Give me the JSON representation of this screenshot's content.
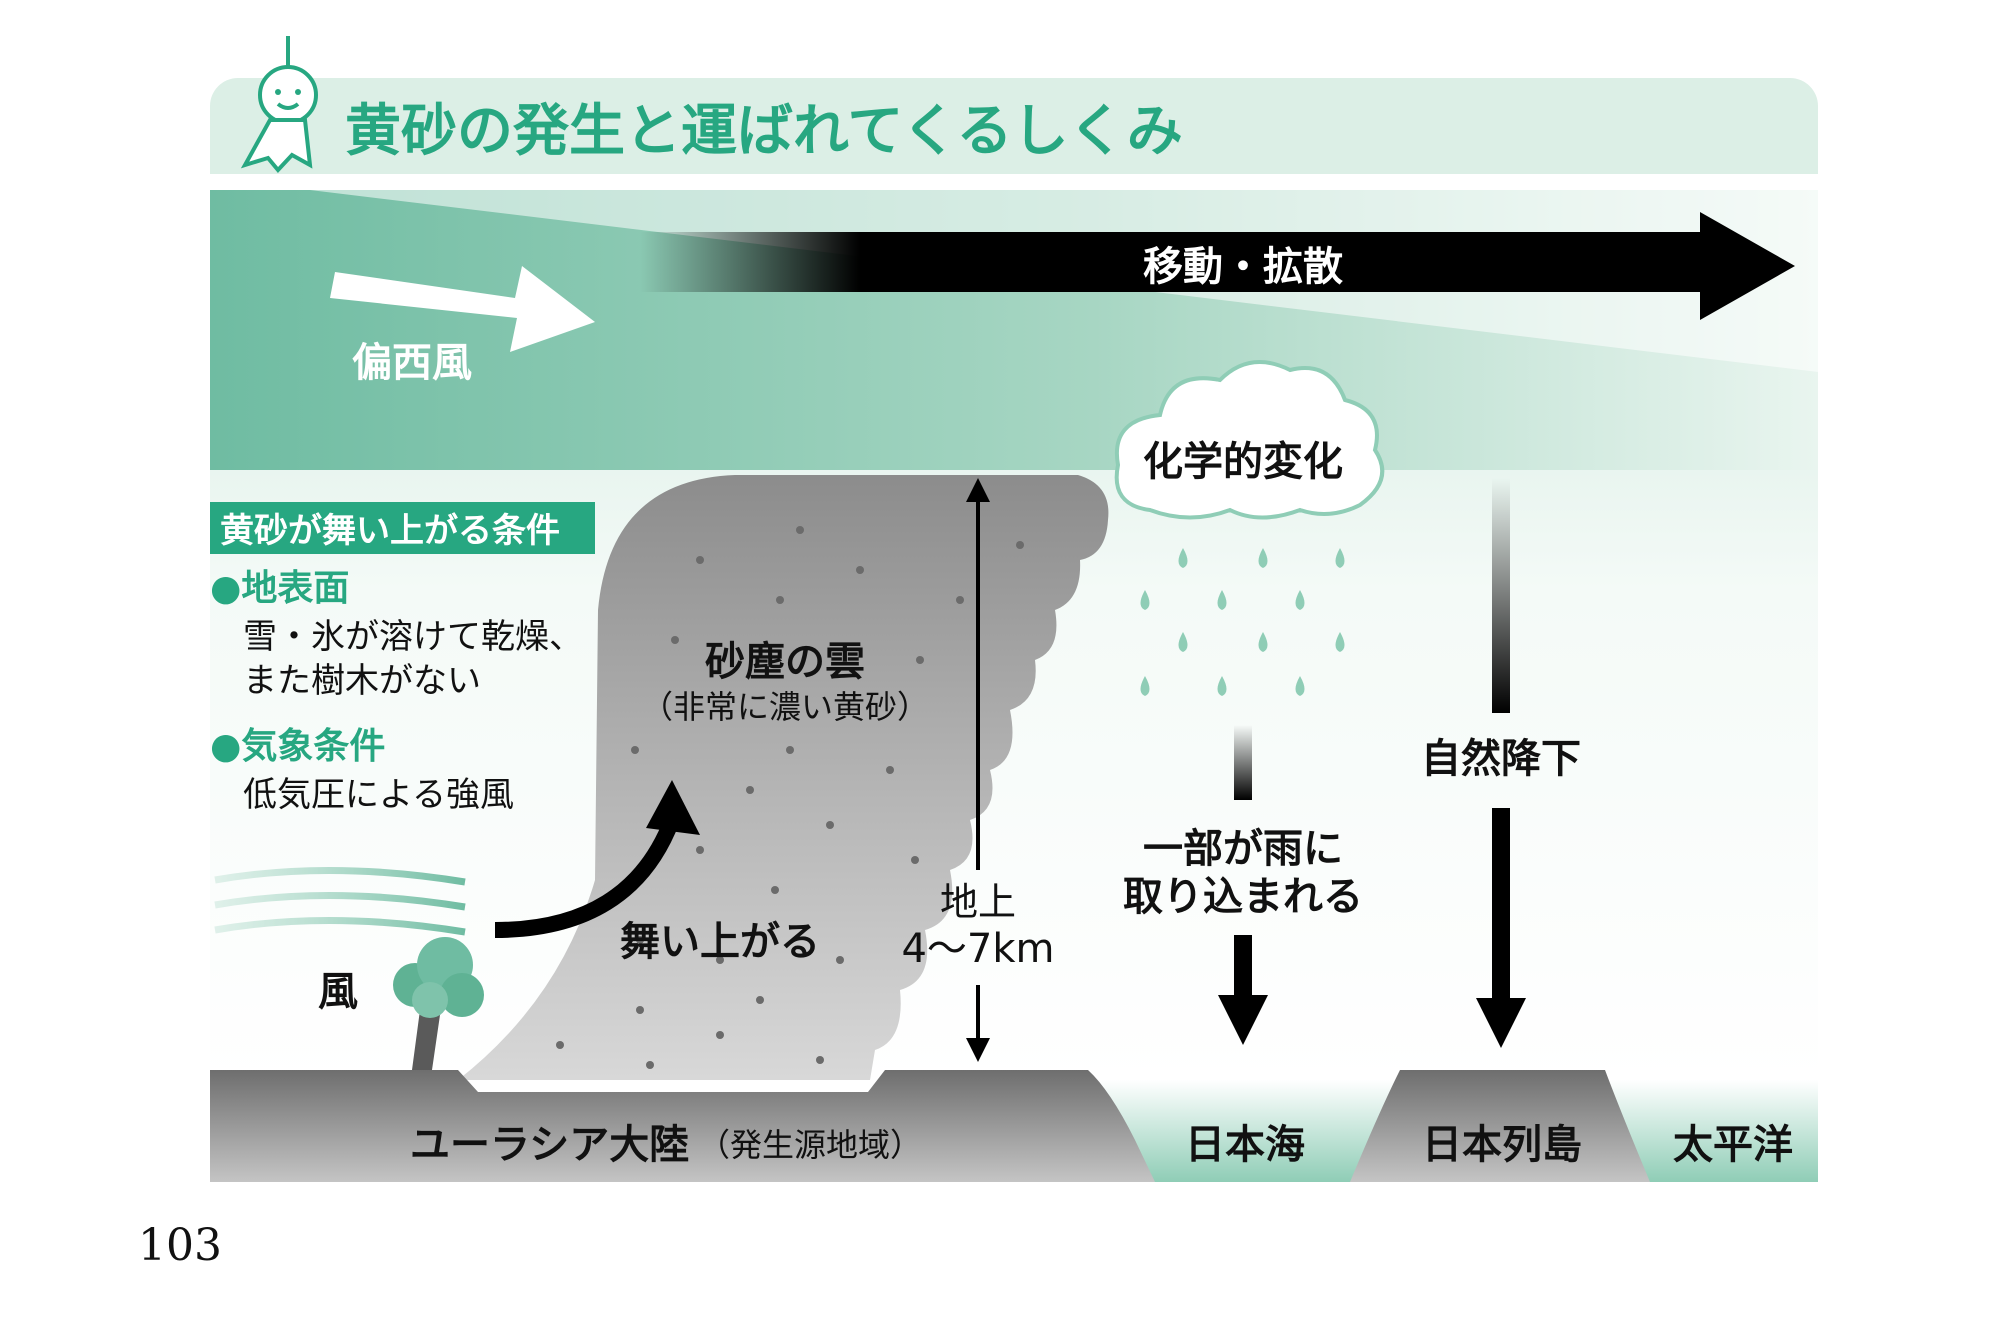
{
  "title": "黄砂の発生と運ばれてくるしくみ",
  "upper_air": {
    "westerlies": "偏西風",
    "transport": "移動・拡散",
    "chemical_change": "化学的変化"
  },
  "conditions": {
    "heading": "黄砂が舞い上がる条件",
    "surface_title": "●地表面",
    "surface_line1": "雪・氷が溶けて乾燥、",
    "surface_line2": "また樹木がない",
    "weather_title": "●気象条件",
    "weather_line1": "低気圧による強風"
  },
  "dust_cloud": {
    "label": "砂塵の雲",
    "sub": "（非常に濃い黄砂）"
  },
  "labels": {
    "wind": "風",
    "rise": "舞い上がる",
    "altitude_line1": "地上",
    "altitude_line2": "4〜7km",
    "rain_line1": "一部が雨に",
    "rain_line2": "取り込まれる",
    "natural_fall": "自然降下"
  },
  "ground": {
    "continent": "ユーラシア大陸",
    "continent_sub": "（発生源地域）",
    "sea_japan": "日本海",
    "islands": "日本列島",
    "pacific": "太平洋"
  },
  "page_number": "103",
  "colors": {
    "accent_green": "#27a781",
    "sky_teal": "#7fc3ab",
    "pale_green": "#dcefe6",
    "dust_gray": "#9a9a9a",
    "ground_gray": "#808080"
  }
}
